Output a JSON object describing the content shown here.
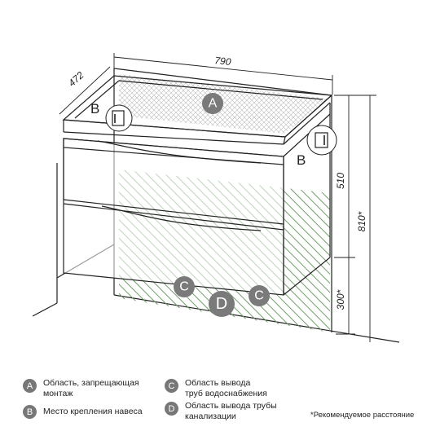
{
  "dimensions": {
    "width": "790",
    "depth": "472",
    "cabinet_height": "510",
    "total_height": "810*",
    "floor_offset": "300*"
  },
  "markers": {
    "a": "A",
    "b_left": "B",
    "b_right": "B",
    "c_left": "C",
    "c_right": "C",
    "d": "D"
  },
  "legend": {
    "a": {
      "badge": "A",
      "text": "Область, запрещающая\nмонтаж"
    },
    "b": {
      "badge": "B",
      "text": "Место крепления навеса"
    },
    "c": {
      "badge": "C",
      "text": "Область вывода\nтруб водоснабжения"
    },
    "d": {
      "badge": "D",
      "text": "Область вывода трубы\nканализации"
    }
  },
  "footnote": "*Рекомендуемое расстояние",
  "colors": {
    "hatch_green": "#6a9a62",
    "marker_gray": "#7a7a7a",
    "line": "#222222"
  }
}
